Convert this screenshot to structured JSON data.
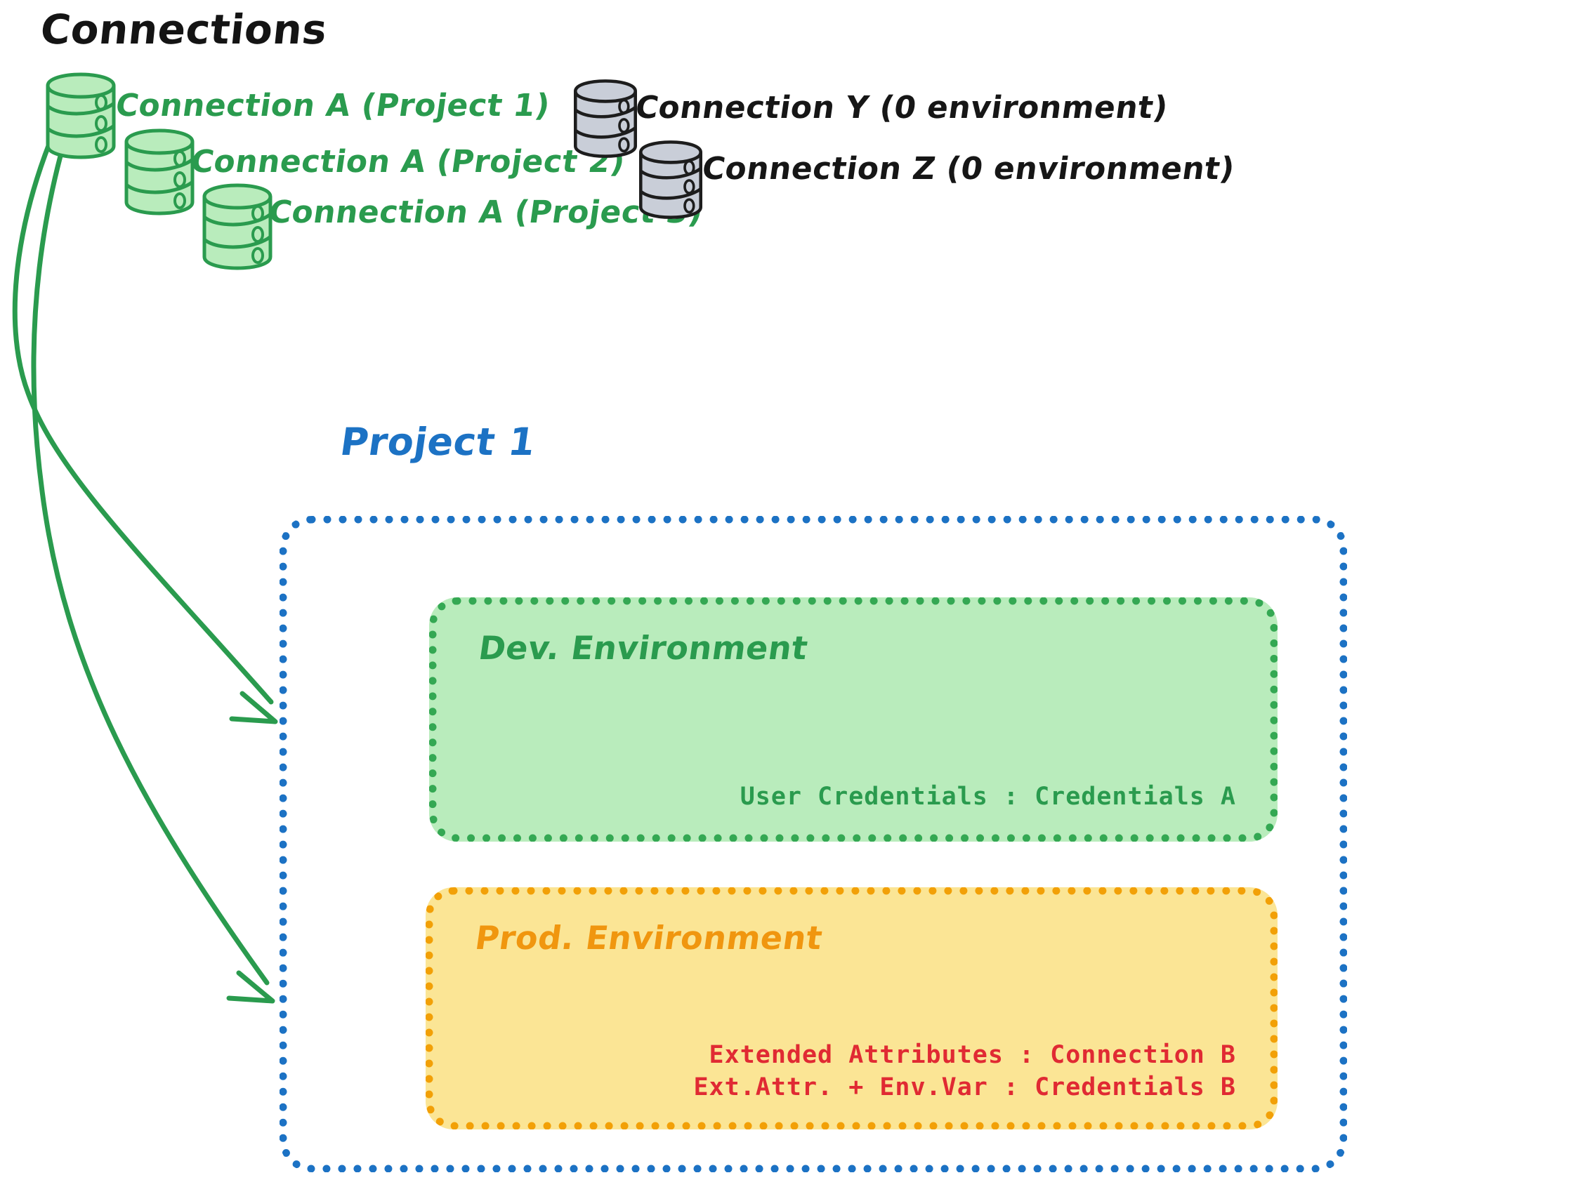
{
  "diagram": {
    "type": "architecture-diagram",
    "title": "Connections",
    "connections": [
      {
        "id": "conn-a-p1",
        "label": "Connection A (Project 1)",
        "color": "#2a9b4e",
        "state": "assigned"
      },
      {
        "id": "conn-a-p2",
        "label": "Connection A (Project 2)",
        "color": "#2a9b4e",
        "state": "assigned"
      },
      {
        "id": "conn-a-p3",
        "label": "Connection A (Project 3)",
        "color": "#2a9b4e",
        "state": "assigned"
      },
      {
        "id": "conn-y",
        "label": "Connection Y (0 environment)",
        "color": "#161616",
        "state": "unassigned"
      },
      {
        "id": "conn-z",
        "label": "Connection Z (0 environment)",
        "color": "#161616",
        "state": "unassigned"
      }
    ],
    "project": {
      "name": "Project 1",
      "color": "#1c72c4",
      "environments": [
        {
          "id": "dev",
          "name": "Dev. Environment",
          "accent": "#2a9b4e",
          "fill": "#b9ecbc",
          "rows": [
            "User Credentials : Credentials A"
          ]
        },
        {
          "id": "prod",
          "name": "Prod. Environment",
          "accent": "#f0960f",
          "fill": "#fbe595",
          "text_color": "#e02a33",
          "rows": [
            "Extended Attributes : Connection B",
            "Ext.Attr. + Env.Var : Credentials B"
          ]
        }
      ]
    },
    "arrows": [
      {
        "id": "arrow-to-dev",
        "from": "conn-a-p1",
        "to": "dev",
        "color": "#2a9b4e"
      },
      {
        "id": "arrow-to-prod",
        "from": "conn-a-p1",
        "to": "prod",
        "color": "#2a9b4e"
      }
    ],
    "colors": {
      "green_stroke": "#2a9b4e",
      "green_fill": "#b9ecbc",
      "gray_stroke": "#1d1d1d",
      "gray_fill": "#c9ced8",
      "blue": "#1c72c4",
      "orange": "#f2a007",
      "yellow_fill": "#fbe595",
      "red": "#e02a33",
      "black": "#141414",
      "background": "#ffffff"
    }
  }
}
